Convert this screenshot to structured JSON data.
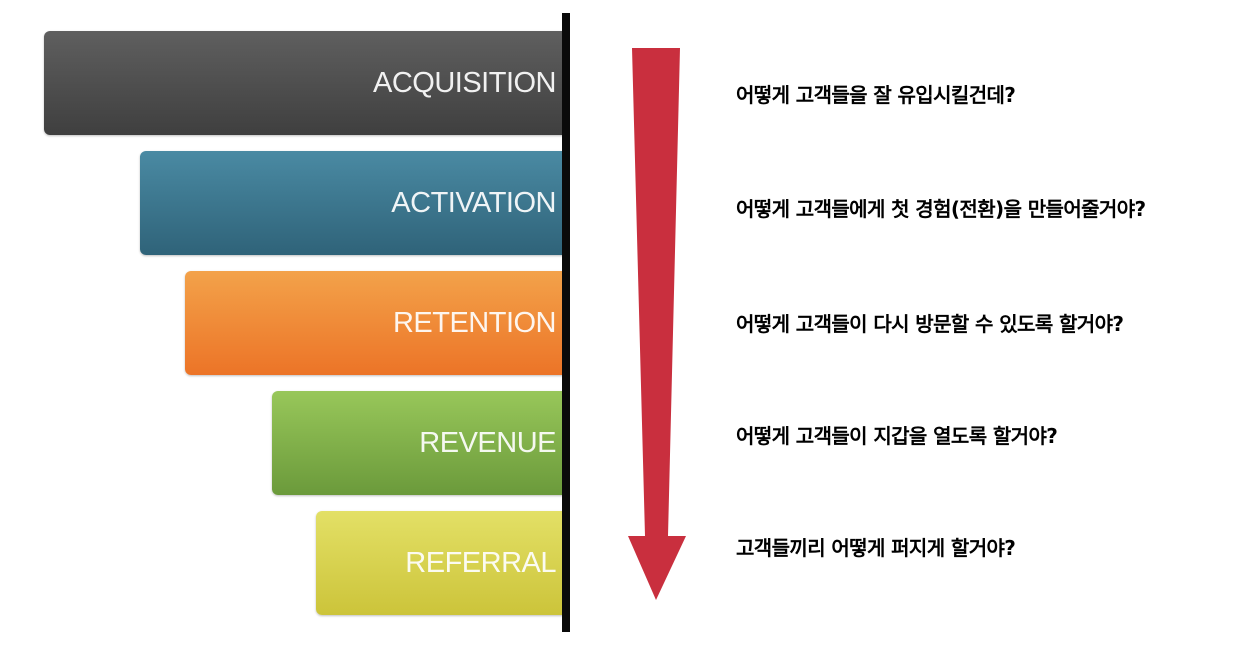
{
  "funnel": {
    "stages": [
      {
        "label": "ACQUISITION",
        "color": "#4d4d4d"
      },
      {
        "label": "ACTIVATION",
        "color": "#3a738b"
      },
      {
        "label": "RETENTION",
        "color": "#ef8836"
      },
      {
        "label": "REVENUE",
        "color": "#7fae46"
      },
      {
        "label": "REFERRAL",
        "color": "#d8d24d"
      }
    ]
  },
  "questions": [
    "어떻게 고객들을 잘 유입시킬건데?",
    "어떻게 고객들에게 첫 경험(전환)을 만들어줄거야?",
    "어떻게 고객들이 다시 방문할 수 있도록 할거야?",
    "어떻게 고객들이 지갑을 열도록 할거야?",
    "고객들끼리 어떻게 퍼지게 할거야?"
  ],
  "colors": {
    "arrow": "#c92f3e",
    "divider": "#0a0a0a"
  },
  "icons": {
    "arrow": "down-arrow-icon"
  }
}
